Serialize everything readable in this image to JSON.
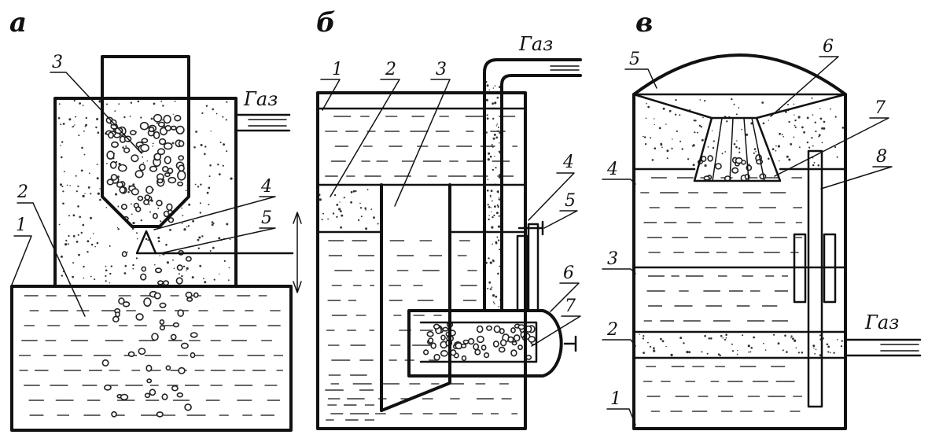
{
  "panels": {
    "a": {
      "letter": "а",
      "labels": [
        "1",
        "2",
        "3",
        "4",
        "5"
      ],
      "gas": "Газ"
    },
    "b": {
      "letter": "б",
      "labels": [
        "1",
        "2",
        "3",
        "4",
        "5",
        "6",
        "7"
      ],
      "gas": "Газ"
    },
    "c": {
      "letter": "в",
      "labels": [
        "1",
        "2",
        "3",
        "4",
        "5",
        "6",
        "7",
        "8"
      ],
      "gas": "Газ"
    }
  },
  "colors": {
    "ink": "#111111",
    "paper": "#ffffff"
  }
}
